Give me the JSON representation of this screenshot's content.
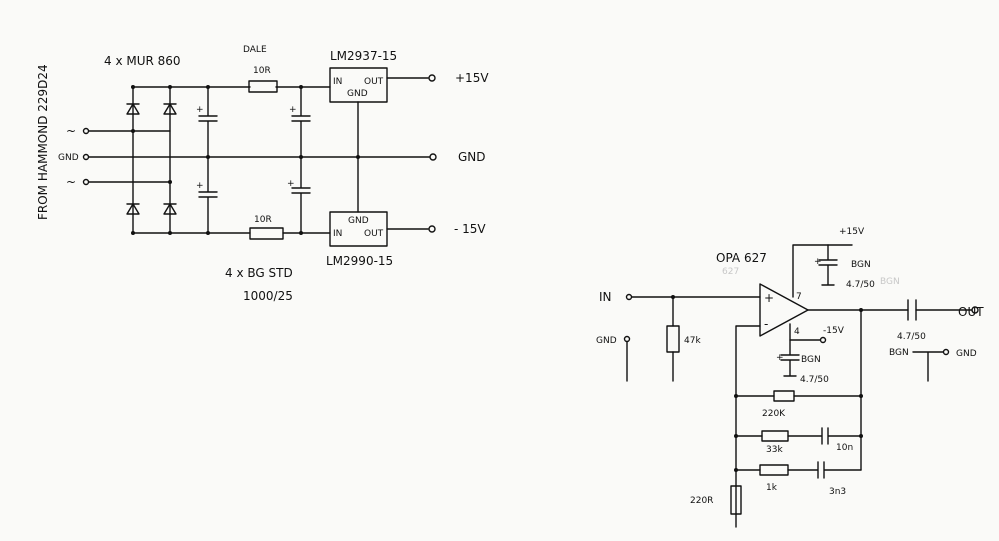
{
  "psu": {
    "source": "FROM HAMMOND 229D24",
    "ac1": "~",
    "ac2": "~",
    "gnd_in": "GND",
    "diodes": "4 x MUR 860",
    "dale": "DALE",
    "r_top": "10R",
    "r_bot": "10R",
    "reg_pos": "LM2937-15",
    "reg_neg": "LM2990-15",
    "reg_in": "IN",
    "reg_out": "OUT",
    "reg_gnd": "GND",
    "out_pos": "+15V",
    "out_gnd": "GND",
    "out_neg": "- 15V",
    "caps_line1": "4 x BG STD",
    "caps_line2": "1000/25",
    "plus": "+"
  },
  "amp": {
    "opamp": "OPA 627",
    "opamp_ghost": "627",
    "pin7": "7",
    "pin4": "4",
    "plus_in": "+",
    "minus_in": "-",
    "vpos": "+15V",
    "vneg": "-15V",
    "bgn": "BGN",
    "cap_top": "4.7/50",
    "cap_top_ghost": "BGN",
    "cap_bot": "4.7/50",
    "in": "IN",
    "gnd_left": "GND",
    "r_in": "47k",
    "r_f1": "220K",
    "r_f2": "33k",
    "c_f2": "10n",
    "r_f3": "1k",
    "c_f3": "3n3",
    "r_g": "220R",
    "out_cap": "4.7/50",
    "out_bgn": "BGN",
    "out": "OUT",
    "out_gnd": "GND"
  }
}
